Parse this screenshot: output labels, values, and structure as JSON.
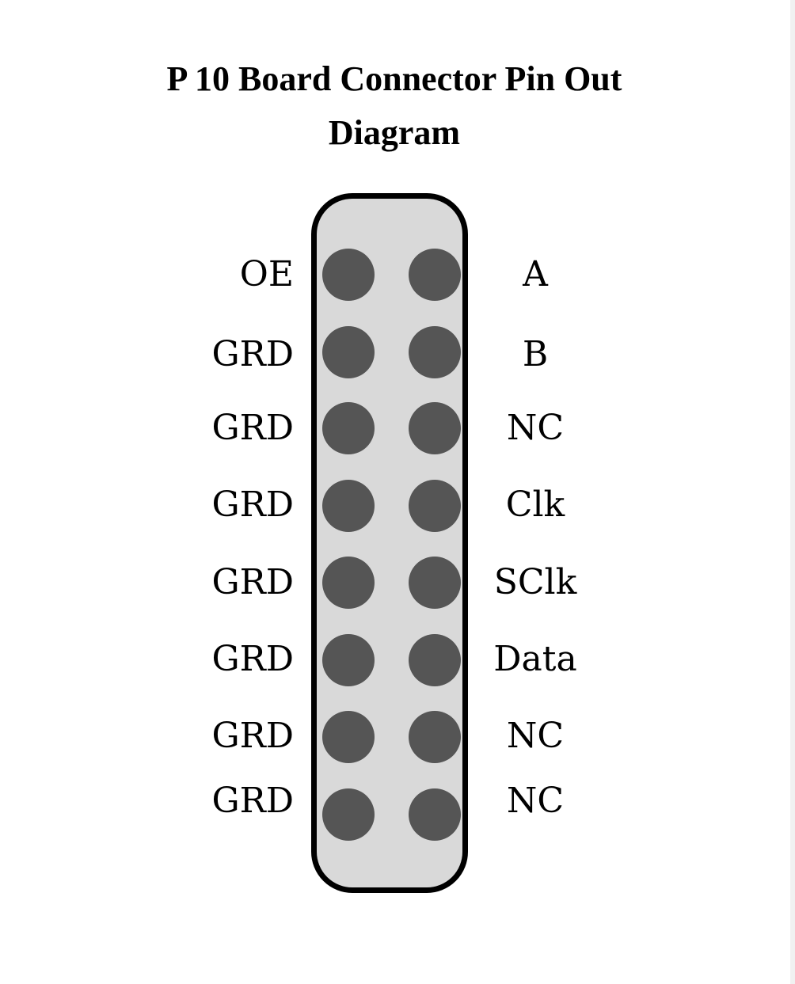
{
  "title": {
    "line1": "P 10 Board Connector Pin Out",
    "line2": "Diagram"
  },
  "pins": [
    {
      "left": "OE",
      "right": "A"
    },
    {
      "left": "GRD",
      "right": "B"
    },
    {
      "left": "GRD",
      "right": "NC"
    },
    {
      "left": "GRD",
      "right": "Clk"
    },
    {
      "left": "GRD",
      "right": "SClk"
    },
    {
      "left": "GRD",
      "right": "Data"
    },
    {
      "left": "GRD",
      "right": "NC"
    },
    {
      "left": "GRD",
      "right": "NC"
    }
  ],
  "colors": {
    "connector_fill": "#d9d9d9",
    "connector_border": "#000000",
    "pin": "#555555"
  }
}
